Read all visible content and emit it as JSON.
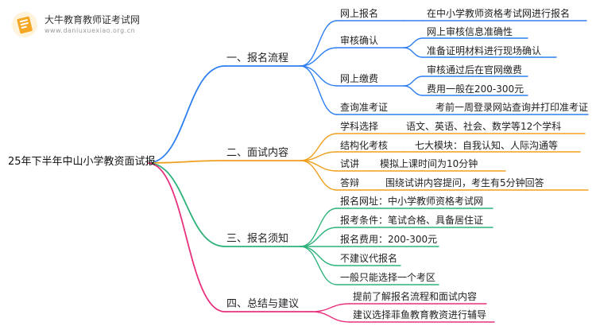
{
  "brand": {
    "title": "大牛教育教师证考试网",
    "url": "www.daniuxuexiao.org.cn"
  },
  "colors": {
    "blue": "#2f7ff0",
    "orange": "#f0a020",
    "green": "#2db37a",
    "pink": "#e8327f",
    "logo": "#f5a623"
  },
  "icon": "book-logo-icon",
  "mindmap": {
    "root": "25年下半年中山小学教资面试报",
    "branches": [
      {
        "label": "一、报名流程",
        "color": "blue",
        "children": [
          {
            "label": "网上报名",
            "children": [
              "在中小学教师资格考试网进行报名"
            ]
          },
          {
            "label": "审核确认",
            "children": [
              "网上审核信息准确性",
              "准备证明材料进行现场确认"
            ]
          },
          {
            "label": "网上缴费",
            "children": [
              "审核通过后在官网缴费",
              "费用一般在200-300元"
            ]
          },
          {
            "label": "查询准考证",
            "children": [
              "考前一周登录网站查询并打印准考证"
            ]
          }
        ]
      },
      {
        "label": "二、面试内容",
        "color": "orange",
        "children": [
          {
            "label": "学科选择",
            "children": [
              "语文、英语、社会、数学等12个学科"
            ]
          },
          {
            "label": "结构化考核",
            "children": [
              "七大模块：自我认知、人际沟通等"
            ]
          },
          {
            "label": "试讲",
            "children": [
              "模拟上课时间为10分钟"
            ]
          },
          {
            "label": "答辩",
            "children": [
              "围绕试讲内容提问，考生有5分钟回答"
            ]
          }
        ]
      },
      {
        "label": "三、报名须知",
        "color": "green",
        "children": [
          {
            "label": "报名网址：中小学教师资格考试网",
            "children": []
          },
          {
            "label": "报考条件：笔试合格、具备居住证",
            "children": []
          },
          {
            "label": "报名费用：200-300元",
            "children": []
          },
          {
            "label": "不建议代报名",
            "children": []
          },
          {
            "label": "一般只能选择一个考区",
            "children": []
          }
        ]
      },
      {
        "label": "四、总结与建议",
        "color": "pink",
        "children": [
          {
            "label": "提前了解报名流程和面试内容",
            "children": []
          },
          {
            "label": "建议选择菲鱼教育教资进行辅导",
            "children": []
          }
        ]
      }
    ]
  }
}
